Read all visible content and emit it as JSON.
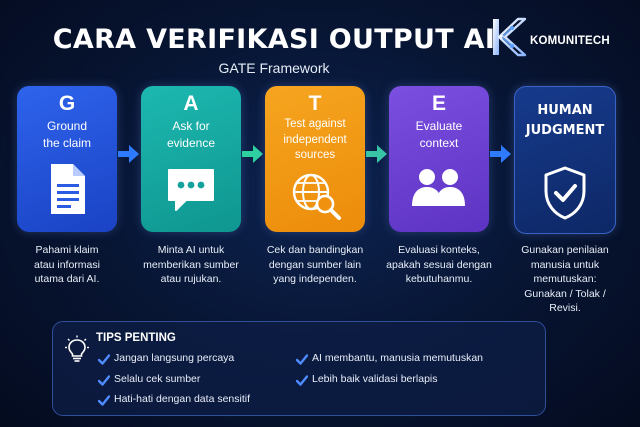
{
  "header": {
    "title": "CARA VERIFIKASI OUTPUT AI",
    "subtitle": "GATE Framework"
  },
  "brand": {
    "name": "KOMUNITECH",
    "icon": "k-logo-icon"
  },
  "colors": {
    "card_blue": "#1f4fd6",
    "card_teal": "#13a79f",
    "card_orange": "#f29712",
    "card_purple": "#6a3fd1",
    "card_navy": "#12327e",
    "arrow": "#2e7bff",
    "check": "#4f8cff"
  },
  "steps": [
    {
      "letter": "G",
      "heading": "Ground\nthe claim",
      "icon": "document-icon",
      "desc": "Pahami klaim\natau informasi\nutama dari AI."
    },
    {
      "letter": "A",
      "heading": "Ask for\nevidence",
      "icon": "chat-bubble-icon",
      "desc": "Minta AI untuk\nmemberikan sumber\natau rujukan."
    },
    {
      "letter": "T",
      "heading": "Test against\nindependent\nsources",
      "icon": "globe-search-icon",
      "desc": "Cek dan bandingkan\ndengan sumber lain\nyang independen."
    },
    {
      "letter": "E",
      "heading": "Evaluate\ncontext",
      "icon": "people-icon",
      "desc": "Evaluasi konteks,\napakah sesuai dengan\nkebutuhanmu."
    },
    {
      "letter": "",
      "heading": "HUMAN\nJUDGMENT",
      "icon": "shield-check-icon",
      "desc": "Gunakan penilaian\nmanusia untuk\nmemutuskan:\nGunakan / Tolak /\nRevisi."
    }
  ],
  "tips": {
    "title": "TIPS PENTING",
    "icon": "lightbulb-icon",
    "items": [
      "Jangan langsung percaya",
      "Selalu cek sumber",
      "Hati-hati dengan data sensitif",
      "AI membantu, manusia memutuskan",
      "Lebih baik validasi berlapis"
    ]
  }
}
